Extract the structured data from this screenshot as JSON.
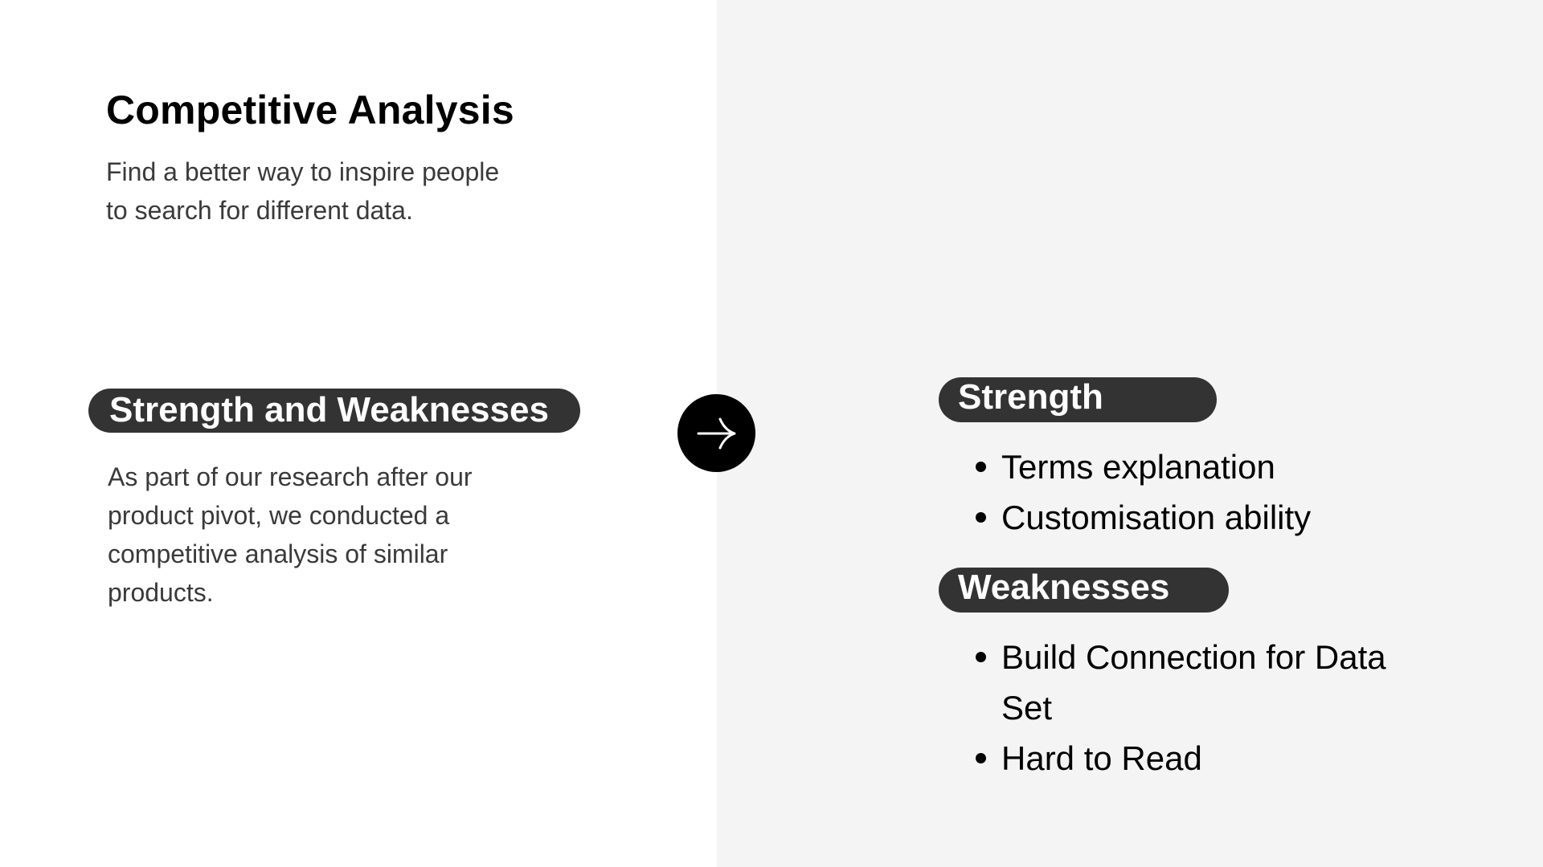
{
  "slide": {
    "title": "Competitive Analysis",
    "subtitle": "Find a better way to inspire people to search for different data.",
    "section_label": "Strength and Weaknesses",
    "body": "As part of our research after our product pivot, we conducted a competitive analysis of similar products.",
    "arrow_icon": "arrow-right-icon",
    "strength": {
      "label": "Strength",
      "items": [
        "Terms explanation",
        "Customisation ability"
      ]
    },
    "weaknesses": {
      "label": "Weaknesses",
      "items": [
        "Build Connection for Data Set",
        "Hard to Read"
      ]
    }
  },
  "colors": {
    "left_background": "#ffffff",
    "right_background": "#f4f4f4",
    "pill": "#333333",
    "pill_text": "#ffffff",
    "title_text": "#000000",
    "body_text": "#3a3a3a",
    "arrow_circle": "#000000"
  }
}
